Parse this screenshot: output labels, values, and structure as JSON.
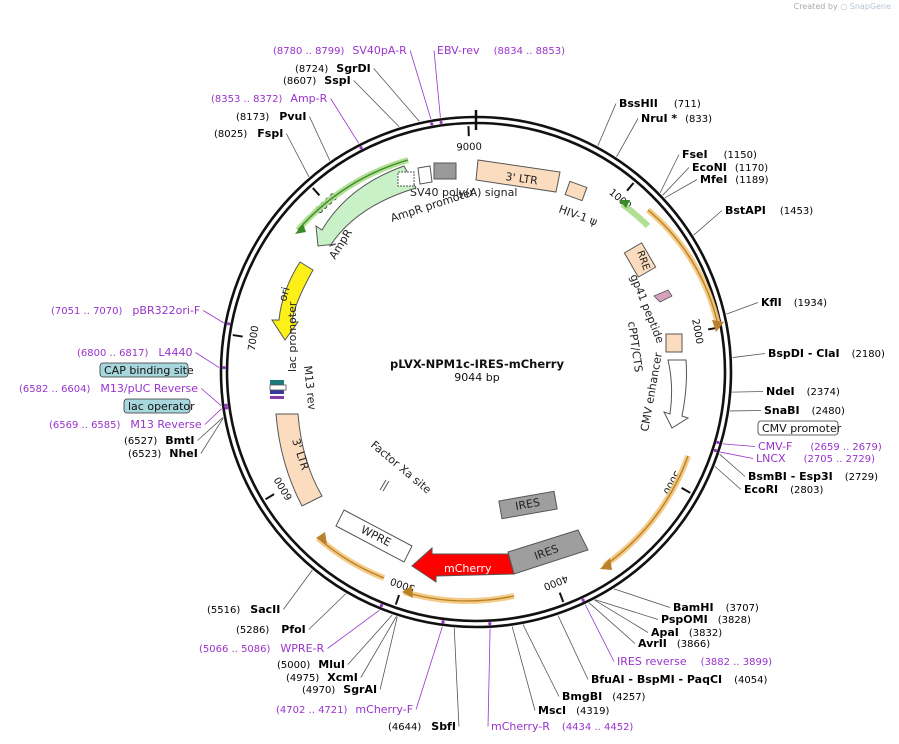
{
  "credit": {
    "prefix": "Created by",
    "brand": "SnapGene"
  },
  "plasmid": {
    "name": "pLVX-NPM1c-IRES-mCherry",
    "size_label": "9044 bp",
    "length": 9044
  },
  "colors": {
    "primer": "#9933cc",
    "feature_text": "#222222",
    "site_text": "#000000",
    "backbone": "#111111"
  },
  "ticks": [
    {
      "pos": 1000,
      "label": "1000"
    },
    {
      "pos": 2000,
      "label": "2000"
    },
    {
      "pos": 3000,
      "label": "3000"
    },
    {
      "pos": 4000,
      "label": "4000"
    },
    {
      "pos": 5000,
      "label": "5000"
    },
    {
      "pos": 6000,
      "label": "6000"
    },
    {
      "pos": 7000,
      "label": "7000"
    },
    {
      "pos": 8000,
      "label": "8000"
    },
    {
      "pos": 9000,
      "label": "9000"
    }
  ],
  "sites": [
    {
      "name": "BssHII",
      "pos_label": "(711)",
      "pos": 711
    },
    {
      "name": "NruI *",
      "pos_label": "(833)",
      "pos": 833
    },
    {
      "name": "FseI",
      "pos_label": "(1150)",
      "pos": 1150
    },
    {
      "name": "EcoNI",
      "pos_label": "(1170)",
      "pos": 1170
    },
    {
      "name": "MfeI",
      "pos_label": "(1189)",
      "pos": 1189
    },
    {
      "name": "BstAPI",
      "pos_label": "(1453)",
      "pos": 1453
    },
    {
      "name": "KflI",
      "pos_label": "(1934)",
      "pos": 1934
    },
    {
      "name": "BspDI  - ClaI",
      "pos_label": "(2180)",
      "pos": 2180
    },
    {
      "name": "NdeI",
      "pos_label": "(2374)",
      "pos": 2374
    },
    {
      "name": "SnaBI",
      "pos_label": "(2480)",
      "pos": 2480
    },
    {
      "name": "BsmBI  - Esp3I",
      "pos_label": "(2729)",
      "pos": 2729
    },
    {
      "name": "EcoRI",
      "pos_label": "(2803)",
      "pos": 2803
    },
    {
      "name": "BamHI",
      "pos_label": "(3707)",
      "pos": 3707
    },
    {
      "name": "PspOMI",
      "pos_label": "(3828)",
      "pos": 3828
    },
    {
      "name": "ApaI",
      "pos_label": "(3832)",
      "pos": 3832
    },
    {
      "name": "AvrII",
      "pos_label": "(3866)",
      "pos": 3866
    },
    {
      "name": "BfuAI  - BspMI  - PaqCI",
      "pos_label": "(4054)",
      "pos": 4054
    },
    {
      "name": "BmgBI",
      "pos_label": "(4257)",
      "pos": 4257
    },
    {
      "name": "MscI",
      "pos_label": "(4319)",
      "pos": 4319
    },
    {
      "name": "SbfI",
      "pos_label": "(4644)",
      "pos": 4644
    },
    {
      "name": "SgrAI",
      "pos_label": "(4970)",
      "pos": 4970
    },
    {
      "name": "XcmI",
      "pos_label": "(4975)",
      "pos": 4975
    },
    {
      "name": "MluI",
      "pos_label": "(5000)",
      "pos": 5000
    },
    {
      "name": "PfoI",
      "pos_label": "(5286)",
      "pos": 5286
    },
    {
      "name": "SacII",
      "pos_label": "(5516)",
      "pos": 5516
    },
    {
      "name": "NheI",
      "pos_label": "(6523)",
      "pos": 6523
    },
    {
      "name": "BmtI",
      "pos_label": "(6527)",
      "pos": 6527
    },
    {
      "name": "FspI",
      "pos_label": "(8025)",
      "pos": 8025
    },
    {
      "name": "PvuI",
      "pos_label": "(8173)",
      "pos": 8173
    },
    {
      "name": "SspI",
      "pos_label": "(8607)",
      "pos": 8607
    },
    {
      "name": "SgrDI",
      "pos_label": "(8724)",
      "pos": 8724
    }
  ],
  "primers": [
    {
      "name": "SV40pA-R",
      "range": "(8780 .. 8799)",
      "pos": 8790
    },
    {
      "name": "EBV-rev",
      "range": "(8834 .. 8853)",
      "pos": 8844
    },
    {
      "name": "Amp-R",
      "range": "(8353 .. 8372)",
      "pos": 8362
    },
    {
      "name": "pBR322ori-F",
      "range": "(7051 .. 7070)",
      "pos": 7060
    },
    {
      "name": "L4440",
      "range": "(6800 .. 6817)",
      "pos": 6808
    },
    {
      "name": "M13/pUC Reverse",
      "range": "(6582 .. 6604)",
      "pos": 6593
    },
    {
      "name": "M13 Reverse",
      "range": "(6569 .. 6585)",
      "pos": 6577
    },
    {
      "name": "CMV-F",
      "range": "(2659 .. 2679)",
      "pos": 2669
    },
    {
      "name": "LNCX",
      "range": "(2705 .. 2729)",
      "pos": 2717
    },
    {
      "name": "IRES reverse",
      "range": "(3882 .. 3899)",
      "pos": 3890
    },
    {
      "name": "mCherry-R",
      "range": "(4434 .. 4452)",
      "pos": 4443
    },
    {
      "name": "mCherry-F",
      "range": "(4702 .. 4721)",
      "pos": 4711
    },
    {
      "name": "WPRE-R",
      "range": "(5066 .. 5086)",
      "pos": 5076
    }
  ],
  "boxed_features": [
    {
      "name": "CAP binding site",
      "fill": "#a7d7dd"
    },
    {
      "name": "lac operator",
      "fill": "#a7d7dd"
    },
    {
      "name": "CMV promoter",
      "fill": "#ffffff"
    }
  ],
  "features": {
    "ltr3_top": "3' LTR",
    "hiv_psi": "HIV-1 ψ",
    "sv40": "SV40 poly(A) signal",
    "ampr_promoter": "AmpR promoter",
    "ampr": "AmpR",
    "ori": "ori",
    "lac_promoter": "lac promoter",
    "m13_rev": "M13 rev",
    "ltr3_left": "3' LTR",
    "rre": "RRE",
    "gp41": "gp41 peptide",
    "cppt": "cPPT/CTS",
    "cmv_enhancer": "CMV enhancer",
    "factor_xa": "Factor Xa site",
    "ires_small": "IRES",
    "ires": "IRES",
    "mcherry": "mCherry",
    "wpre": "WPRE"
  }
}
